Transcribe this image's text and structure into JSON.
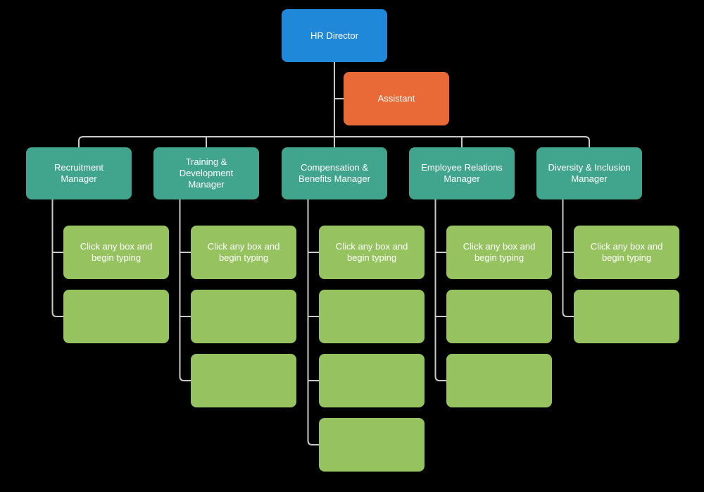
{
  "canvas": {
    "background": "#000000",
    "line_color": "#c9c9c9"
  },
  "palette": {
    "director": "#2088d8",
    "assistant": "#ea6a37",
    "manager": "#41a48d",
    "staff": "#96c35f",
    "text_color": "#ffffff"
  },
  "org_chart": {
    "root": {
      "label": "HR Director",
      "role": "director"
    },
    "assistant": {
      "label": "Assistant",
      "role": "assistant"
    },
    "placeholder_text": "Click any box and\nbegin typing",
    "managers": [
      {
        "label": "Recruitment\nManager",
        "children": [
          "Click any box and\nbegin typing",
          ""
        ]
      },
      {
        "label": "Training &\nDevelopment\nManager",
        "children": [
          "Click any box and\nbegin typing",
          "",
          ""
        ]
      },
      {
        "label": "Compensation &\nBenefits Manager",
        "children": [
          "Click any box and\nbegin typing",
          "",
          "",
          ""
        ]
      },
      {
        "label": "Employee Relations\nManager",
        "children": [
          "Click any box and\nbegin typing",
          "",
          ""
        ]
      },
      {
        "label": "Diversity & Inclusion\nManager",
        "children": [
          "Click any box and\nbegin typing",
          ""
        ]
      }
    ]
  }
}
